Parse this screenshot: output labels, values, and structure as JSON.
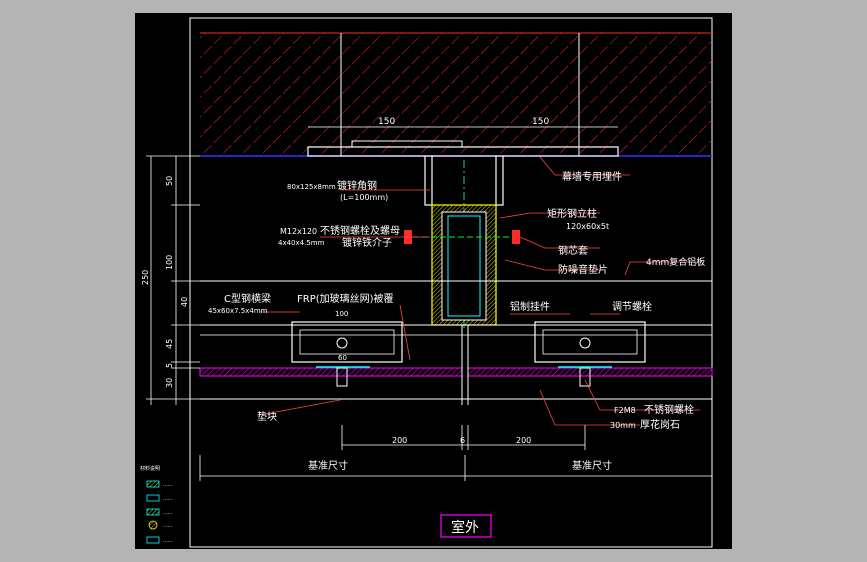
{
  "drawing": {
    "background_color": "#b4b4b4",
    "paper_color": "#000000",
    "colors": {
      "wall_hatch": "#ff2a2a",
      "frame": "#ffffff",
      "embedded_plate": "#ffffff",
      "insulation": "#ffff00",
      "stone": "#ff00ff",
      "leader": "#ff4444",
      "text": "#ffffff",
      "dim_text": "#ffffff",
      "centerline": "#00ffff",
      "slab_line": "#3333ff"
    },
    "dims": {
      "top_left": "150",
      "top_right": "150",
      "bottom_left": "200",
      "bottom_center": "6",
      "bottom_right": "200",
      "panel_width": "100",
      "v_total": "250",
      "v_50": "50",
      "v_100": "100",
      "v_40": "40",
      "v_45": "45",
      "v_5": "5",
      "v_30": "30",
      "v_60": "60"
    },
    "labels": {
      "embedded": "幕墙专用埋件",
      "angle_steel_spec": "80x125x8mm",
      "angle_steel": "镀锌角钢",
      "angle_steel_len": "(L=100mm)",
      "rect_column": "矩形钢立柱",
      "rect_column_spec": "120x60x5t",
      "bolt_spec": "M12x120",
      "bolt_spec2": "4x40x4.5mm",
      "bolt": "不锈钢螺栓及螺母",
      "washer": "镀锌铁介子",
      "steel_core": "钢芯套",
      "noise_pad": "防噪音垫片",
      "alum_panel": "4mm复合铝板",
      "c_beam": "C型钢横梁",
      "c_beam_spec": "45x60x7.5x4mm",
      "frp": "FRP(加玻璃丝网)被覆",
      "alum_hanger": "铝制挂件",
      "adjust_bolt": "调节螺栓",
      "bolt_small": "不锈钢螺栓",
      "bolt_small_spec": "F2M8",
      "granite_thk": "30mm",
      "granite": "厚花岗石",
      "pad": "垫块",
      "base_left": "基准尺寸",
      "base_right": "基准尺寸",
      "outdoor": "室外"
    },
    "legend": {
      "title": "材料说明",
      "items": [
        {
          "icon": "hatch-box-icon",
          "text": "······"
        },
        {
          "icon": "cyan-box-icon",
          "text": "······"
        },
        {
          "icon": "hatch-box-icon",
          "text": "······"
        },
        {
          "icon": "circle-hatch-icon",
          "text": "······"
        },
        {
          "icon": "cyan-box-icon",
          "text": "······"
        }
      ]
    }
  }
}
